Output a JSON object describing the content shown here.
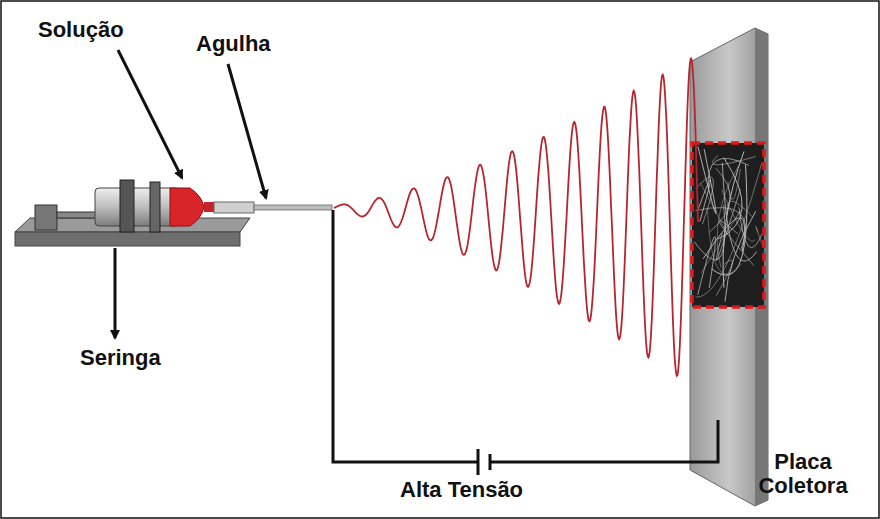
{
  "diagram": {
    "labels": [
      "Solução",
      "Agulha",
      "Seringa",
      "Alta Tensão",
      "Placa Coletora"
    ]
  }
}
